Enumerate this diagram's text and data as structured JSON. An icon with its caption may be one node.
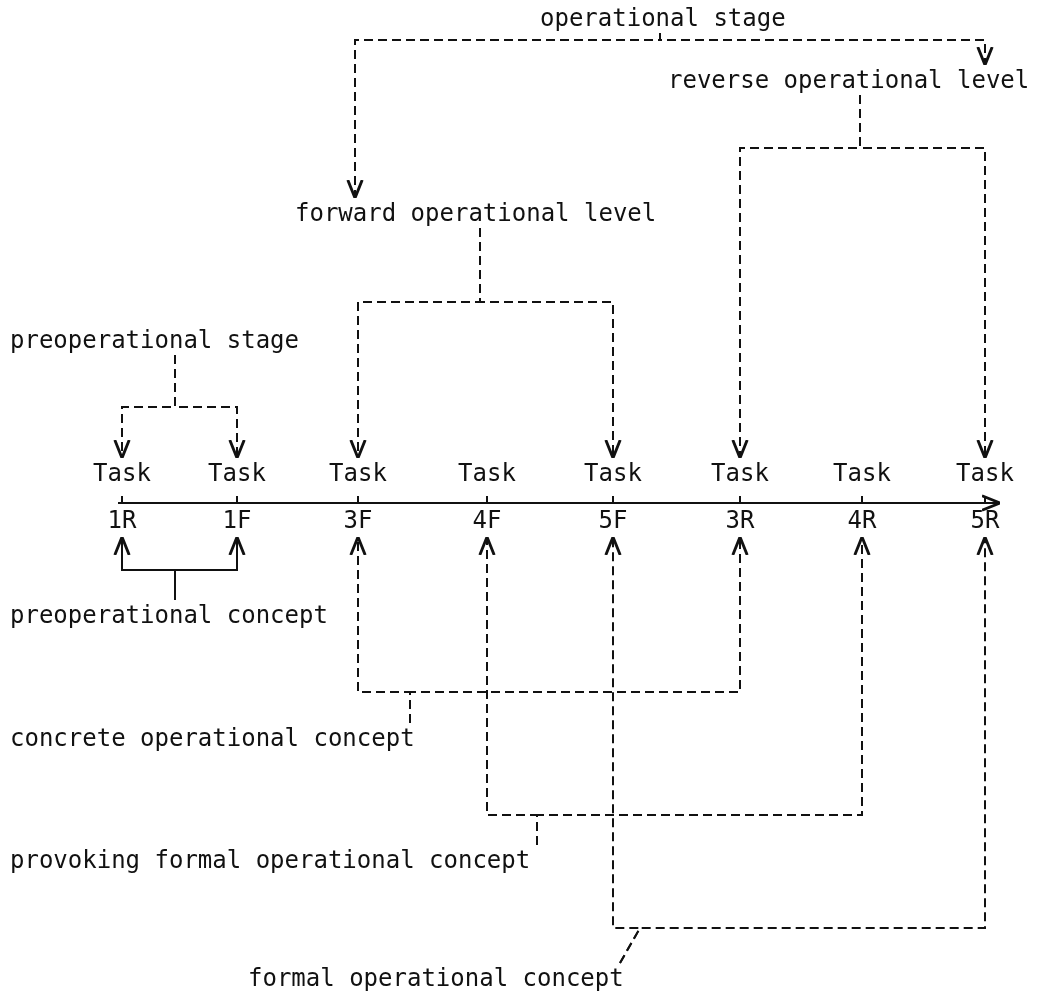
{
  "diagram": {
    "nodes": [
      {
        "text": [
          "operational stage"
        ]
      },
      {
        "text": [
          "reverse operational level"
        ]
      },
      {
        "text": [
          "forward operational level"
        ]
      },
      {
        "text": [
          "preoperational stage"
        ]
      },
      {
        "text": [
          "Task",
          "1R"
        ]
      },
      {
        "text": [
          "Task",
          "1F"
        ]
      },
      {
        "text": [
          "Task",
          "3F"
        ]
      },
      {
        "text": [
          "Task",
          "4F"
        ]
      },
      {
        "text": [
          "Task",
          "5F"
        ]
      },
      {
        "text": [
          "Task",
          "3R"
        ]
      },
      {
        "text": [
          "Task",
          "4R"
        ]
      },
      {
        "text": [
          "Task",
          "5R"
        ]
      },
      {
        "text": [
          "preoperational concept"
        ]
      },
      {
        "text": [
          "concrete operational concept"
        ]
      },
      {
        "text": [
          "provoking formal operational concept"
        ]
      },
      {
        "text": [
          "formal operational concept"
        ]
      }
    ],
    "edges": [
      {
        "from": 0,
        "to": 2,
        "arrow": "to",
        "style": "dashed"
      },
      {
        "from": 0,
        "to": 1,
        "arrow": "to",
        "style": "dashed"
      },
      {
        "from": 1,
        "to": 9,
        "arrow": "to",
        "style": "dashed"
      },
      {
        "from": 1,
        "to": 11,
        "arrow": "to",
        "style": "dashed"
      },
      {
        "from": 2,
        "to": 6,
        "arrow": "to",
        "style": "dashed"
      },
      {
        "from": 2,
        "to": 8,
        "arrow": "to",
        "style": "dashed"
      },
      {
        "from": 3,
        "to": 4,
        "arrow": "to",
        "style": "dashed"
      },
      {
        "from": 3,
        "to": 5,
        "arrow": "to",
        "style": "dashed"
      },
      {
        "from": 12,
        "to": 4,
        "arrow": "to"
      },
      {
        "from": 12,
        "to": 5,
        "arrow": "to"
      },
      {
        "from": 13,
        "to": 6,
        "arrow": "to",
        "style": "dashed"
      },
      {
        "from": 13,
        "to": 9,
        "arrow": "to",
        "style": "dashed"
      },
      {
        "from": 14,
        "to": 7,
        "arrow": "to",
        "style": "dashed"
      },
      {
        "from": 14,
        "to": 10,
        "arrow": "to",
        "style": "dashed"
      },
      {
        "from": 15,
        "to": 8,
        "arrow": "to",
        "style": "dashed"
      },
      {
        "from": 15,
        "to": 11,
        "arrow": "to",
        "style": "dashed"
      },
      {
        "from": 4,
        "to": 11,
        "arrow": "to"
      }
    ]
  }
}
